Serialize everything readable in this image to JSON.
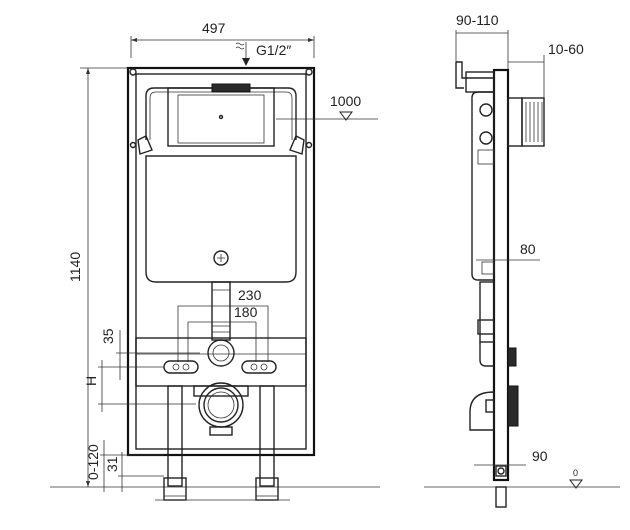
{
  "front": {
    "width_label": "497",
    "inlet_label": "G1/2″",
    "height_label": "1140",
    "level_label": "1000",
    "dim_230": "230",
    "dim_180": "180",
    "dim_35": "35",
    "dim_h": "H",
    "dim_0_120": "0-120",
    "dim_31": "31"
  },
  "side": {
    "depth_label": "90-110",
    "wall_label": "10-60",
    "dim_80": "80",
    "dim_90": "90",
    "zero_label": "0"
  }
}
